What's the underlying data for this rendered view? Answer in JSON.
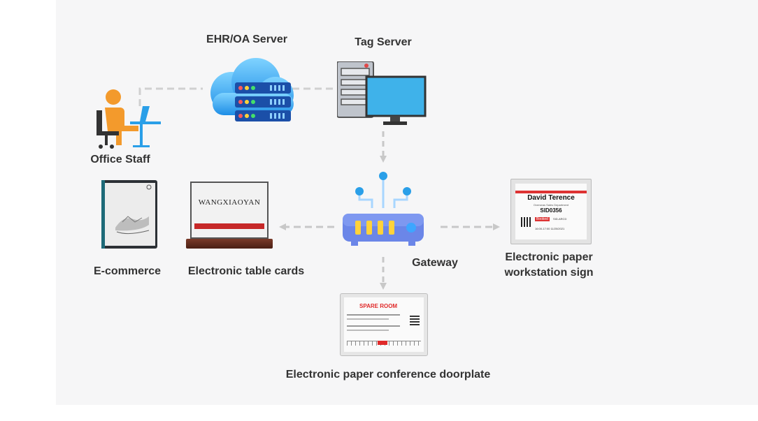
{
  "nodes": {
    "ehr_server": "EHR/OA Server",
    "tag_server": "Tag Server",
    "office_staff": "Office Staff",
    "ecommerce": "E-commerce",
    "table_cards": "Electronic table cards",
    "gateway": "Gateway",
    "workstation_sign_line1": "Electronic paper",
    "workstation_sign_line2": "workstation sign",
    "conference_doorplate": "Electronic paper conference doorplate"
  },
  "table_card": {
    "name": "WANGXIAOYAN"
  },
  "workstation_sign": {
    "name": "David Terence",
    "department": "Overseas Sales Department",
    "id": "SID0356",
    "status": "Booked",
    "status_detail": "SID-ARCD",
    "time": "16:00-17:00 11/20/2021"
  },
  "doorplate": {
    "title": "SPARE ROOM"
  },
  "colors": {
    "accent_blue": "#2a9fe8",
    "orange": "#f39a2c",
    "gateway_blue": "#6b86e8",
    "red": "#e02a2a",
    "connector": "#cccccc"
  }
}
